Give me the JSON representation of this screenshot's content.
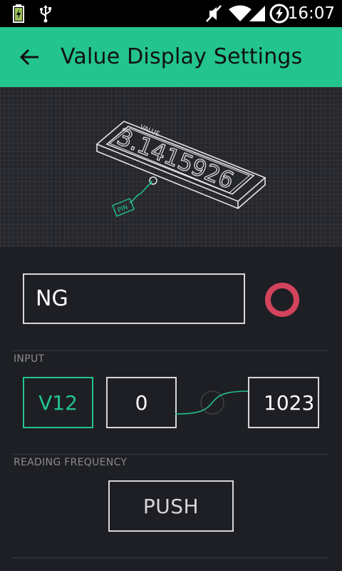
{
  "status_bar": {
    "time": "16:07",
    "icons": [
      "battery-charging-icon",
      "usb-icon",
      "mute-icon",
      "wifi-icon",
      "signal-icon",
      "data-sync-icon"
    ]
  },
  "app_bar": {
    "title": "Value Display Settings",
    "back_icon": "arrow-left-icon",
    "color": "#23c48e"
  },
  "illustration": {
    "label": "VALUE",
    "value": "3.1415926",
    "pin_tag": "PIN"
  },
  "name_field": {
    "value": "NG"
  },
  "widget_color": "#d3435c",
  "input_section": {
    "label": "INPUT",
    "pin": "V12",
    "min": "0",
    "max": "1023"
  },
  "reading_frequency": {
    "label": "READING FREQUENCY",
    "value": "PUSH"
  },
  "colors": {
    "accent": "#23c48e",
    "background": "#1e1f24",
    "border": "#d7d7d7"
  }
}
